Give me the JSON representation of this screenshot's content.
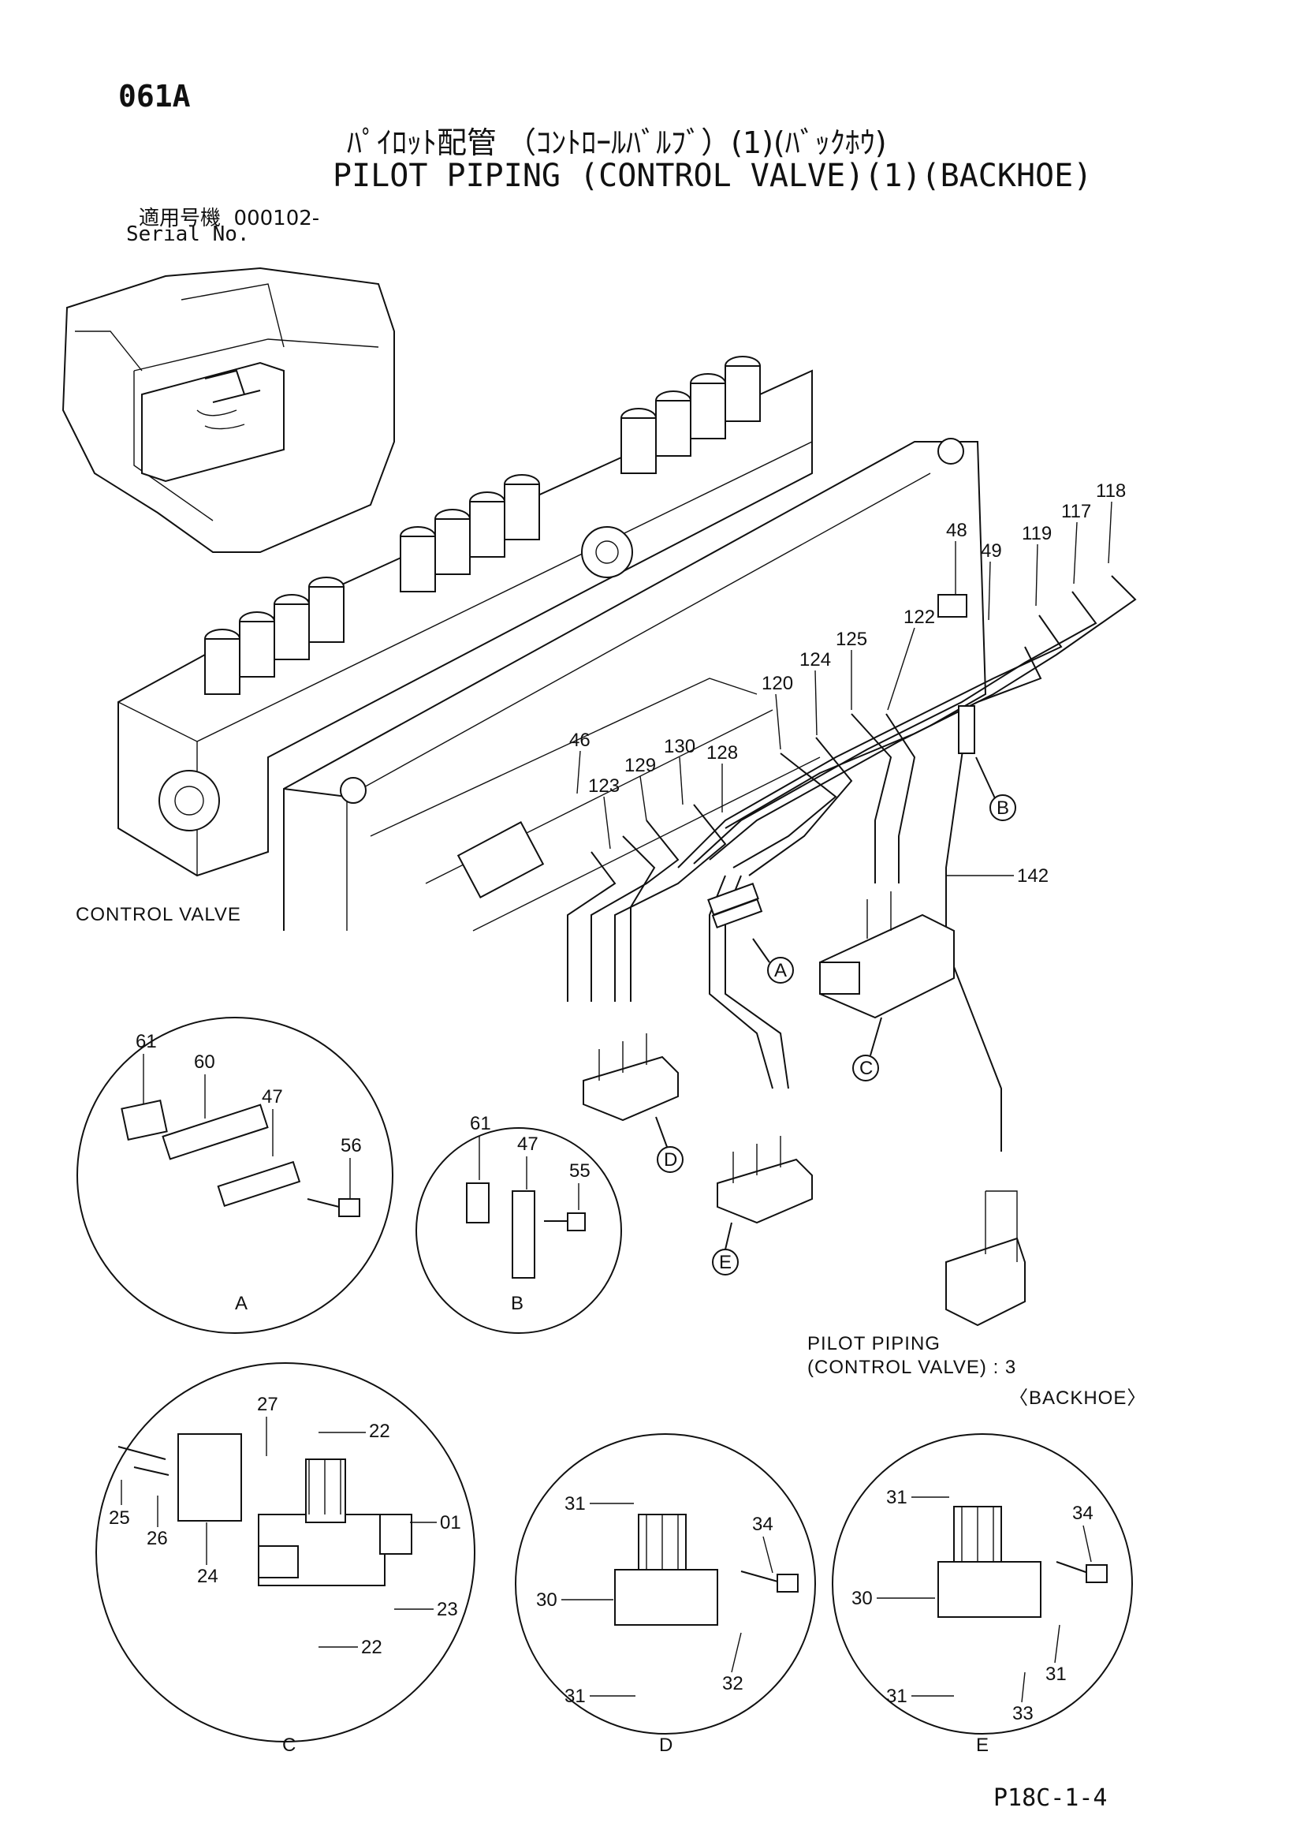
{
  "header": {
    "page_code": "061A",
    "title_jp": "ﾊﾟｲﾛｯﾄ配管 （ｺﾝﾄﾛｰﾙﾊﾞﾙﾌﾞ）(1)(ﾊﾞｯｸﾎｳ)",
    "title_en": "PILOT PIPING (CONTROL VALVE)(1)(BACKHOE)",
    "serial_jp": "適用号機  000102-",
    "serial_en": "Serial No."
  },
  "labels": {
    "control_valve": "CONTROL VALVE",
    "note_line1": "PILOT PIPING",
    "note_line2": "(CONTROL VALVE) : 3",
    "note_line3": "〈BACKHOE〉"
  },
  "main_part_numbers": [
    "118",
    "117",
    "119",
    "48",
    "49",
    "122",
    "125",
    "124",
    "120",
    "46",
    "130",
    "128",
    "129",
    "123",
    "142"
  ],
  "callouts": [
    "A",
    "B",
    "C",
    "D",
    "E"
  ],
  "detail_views": {
    "A": {
      "parts": [
        "61",
        "60",
        "47",
        "56"
      ],
      "letter": "A"
    },
    "B": {
      "parts": [
        "61",
        "47",
        "55"
      ],
      "letter": "B"
    },
    "C": {
      "parts": [
        "27",
        "22",
        "25",
        "26",
        "24",
        "01",
        "23",
        "22"
      ],
      "letter": "C"
    },
    "D": {
      "parts": [
        "31",
        "34",
        "30",
        "31",
        "32"
      ],
      "letter": "D"
    },
    "E": {
      "parts": [
        "31",
        "30",
        "34",
        "31",
        "33",
        "31"
      ],
      "letter": "E"
    }
  },
  "footer": {
    "ref": "P18C-1-4"
  }
}
